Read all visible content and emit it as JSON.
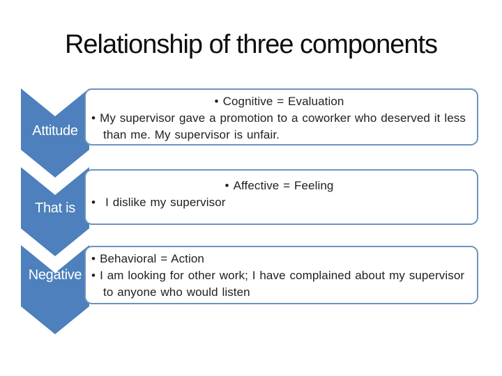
{
  "slide": {
    "title": "Relationship of three components"
  },
  "colors": {
    "chevron_fill": "#4d80bc",
    "box_border": "#6c93bd",
    "chevron_label_text": "#ffffff",
    "body_text": "#1f1f1f",
    "background": "#ffffff",
    "title_text": "#0e0e0e"
  },
  "chevrons": [
    {
      "label": "Attitude"
    },
    {
      "label": "That is"
    },
    {
      "label": "Negative"
    }
  ],
  "boxes": [
    {
      "lines": [
        {
          "bullet": "•",
          "text": "Cognitive = Evaluation"
        },
        {
          "bullet": "•",
          "text": "My supervisor gave a promotion to a coworker who deserved it less than me. My supervisor is unfair."
        }
      ]
    },
    {
      "lines": [
        {
          "bullet": "•",
          "text": "Affective = Feeling"
        },
        {
          "bullet": "•",
          "text": "I dislike my supervisor"
        }
      ]
    },
    {
      "lines": [
        {
          "bullet": "•",
          "text": "Behavioral = Action"
        },
        {
          "bullet": "•",
          "text": "I am looking for other work; I have complained about my supervisor to anyone who would listen"
        }
      ]
    }
  ]
}
